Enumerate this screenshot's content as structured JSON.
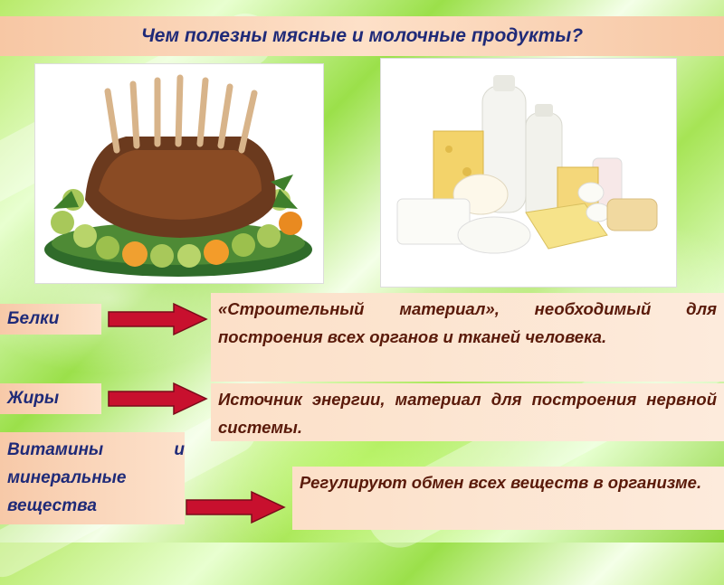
{
  "title": "Чем полезны мясные и молочные продукты?",
  "images": {
    "meat": "meat-dish-photo",
    "dairy": "dairy-products-photo"
  },
  "rows": [
    {
      "label": "Белки",
      "description": "«Строительный материал», необходимый для построения всех органов и тканей человека."
    },
    {
      "label": "Жиры",
      "description": "Источник энергии, материал для построения нервной системы."
    },
    {
      "label": "Витамины и минеральные вещества",
      "description": "Регулируют обмен всех веществ в организме."
    }
  ],
  "colors": {
    "title_text": "#1f2a78",
    "box_text": "#5a1a0a",
    "arrow": "#c8102e",
    "panel": "#fce0c8"
  }
}
